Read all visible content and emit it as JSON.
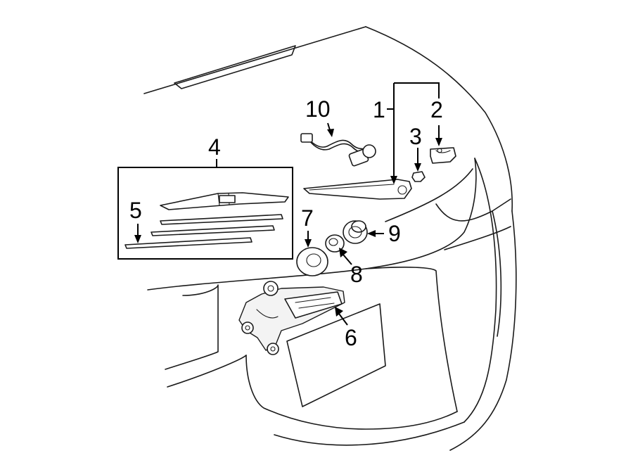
{
  "diagram": {
    "callouts": [
      {
        "id": "1",
        "text": "1"
      },
      {
        "id": "2",
        "text": "2"
      },
      {
        "id": "3",
        "text": "3"
      },
      {
        "id": "4",
        "text": "4"
      },
      {
        "id": "5",
        "text": "5"
      },
      {
        "id": "6",
        "text": "6"
      },
      {
        "id": "7",
        "text": "7"
      },
      {
        "id": "8",
        "text": "8"
      },
      {
        "id": "9",
        "text": "9"
      },
      {
        "id": "10",
        "text": "10"
      }
    ],
    "colors": {
      "line": "#1a1a1a",
      "background": "#ffffff"
    }
  }
}
